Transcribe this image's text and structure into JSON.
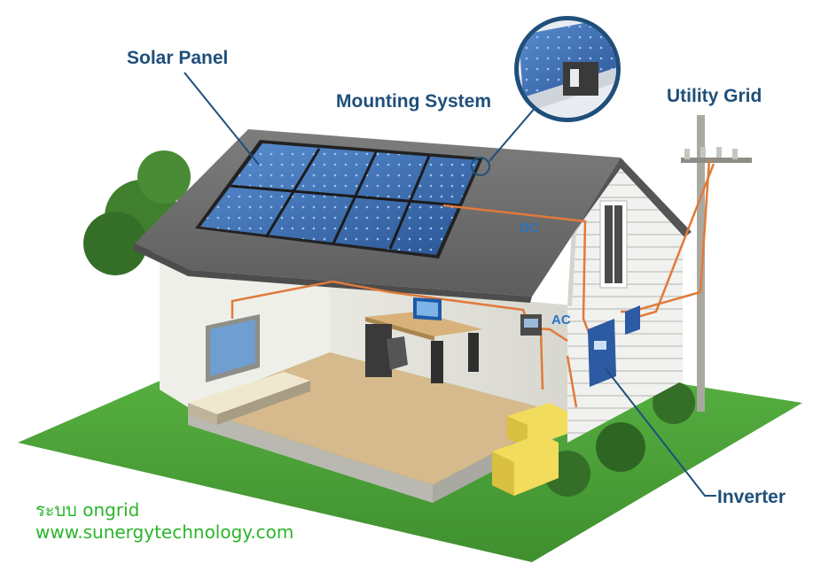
{
  "labels": {
    "solar_panel": "Solar Panel",
    "mounting_system": "Mounting System",
    "utility_grid": "Utility Grid",
    "inverter": "Inverter",
    "dc": "DC",
    "ac": "AC"
  },
  "caption": {
    "line1": "ระบบ ongrid",
    "line2": "www.sunergytechnology.com"
  },
  "colors": {
    "label_text": "#1f4f7a",
    "caption_text": "#2bb52b",
    "wire": "#e07a3a",
    "lawn": "#4fa83a",
    "roof": "#6f6f6f",
    "panel": "#3d6fb3"
  }
}
